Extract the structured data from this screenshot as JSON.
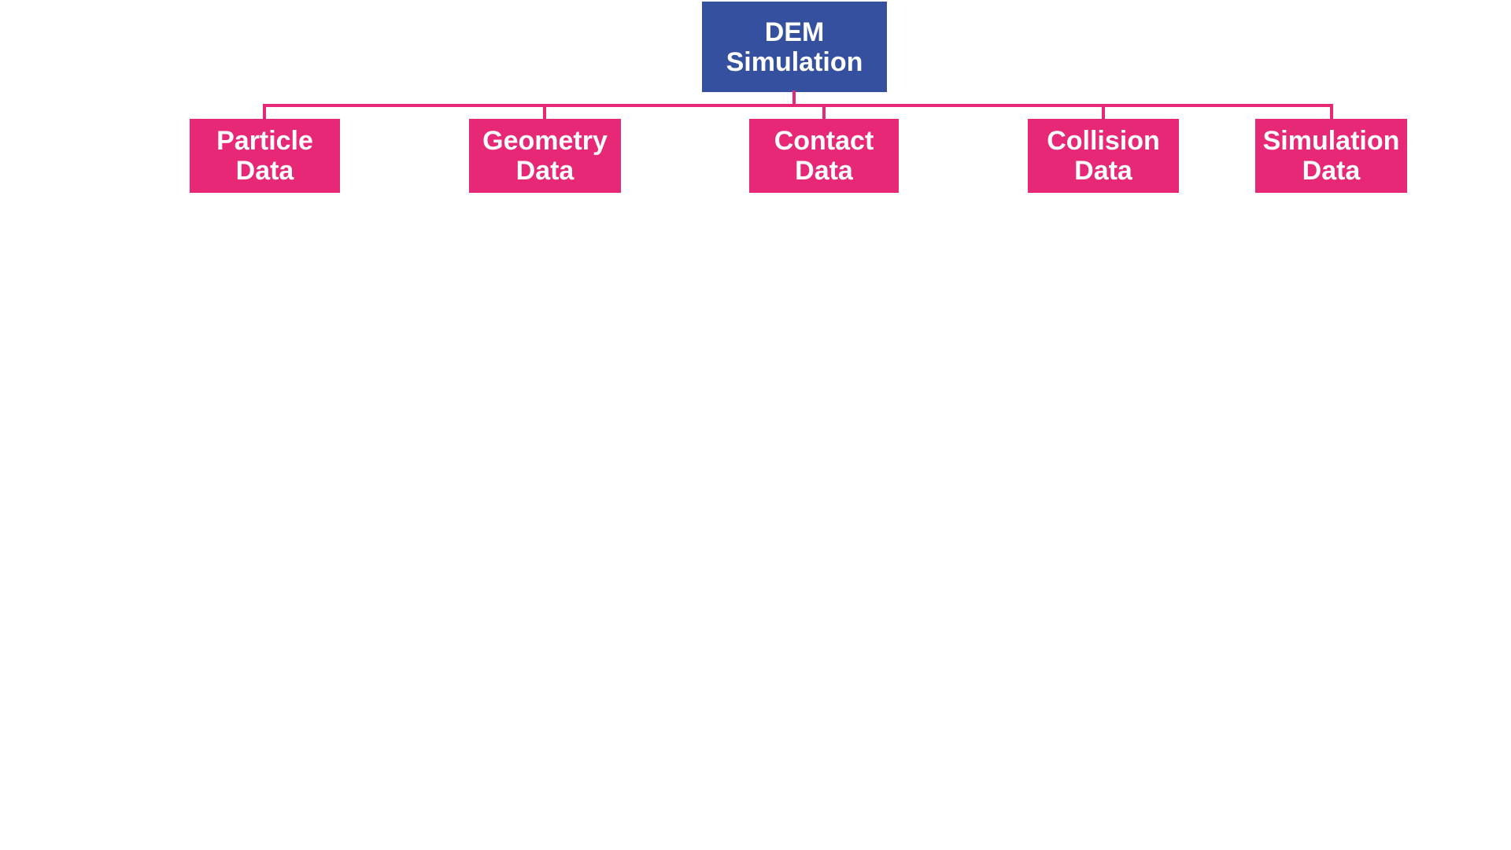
{
  "page": {
    "background": "#FFFFFF"
  },
  "diagram": {
    "type": "tree",
    "root": {
      "label": "DEM Simulation",
      "fill": "#35509E",
      "text_color": "#FFFFFF"
    },
    "children": [
      {
        "label": "Particle Data"
      },
      {
        "label": "Geometry Data"
      },
      {
        "label": "Contact Data"
      },
      {
        "label": "Collision Data"
      },
      {
        "label": "Simulation Data"
      }
    ],
    "child_fill": "#E72877",
    "child_text_color": "#FFFFFF",
    "connector_color": "#E72877"
  }
}
